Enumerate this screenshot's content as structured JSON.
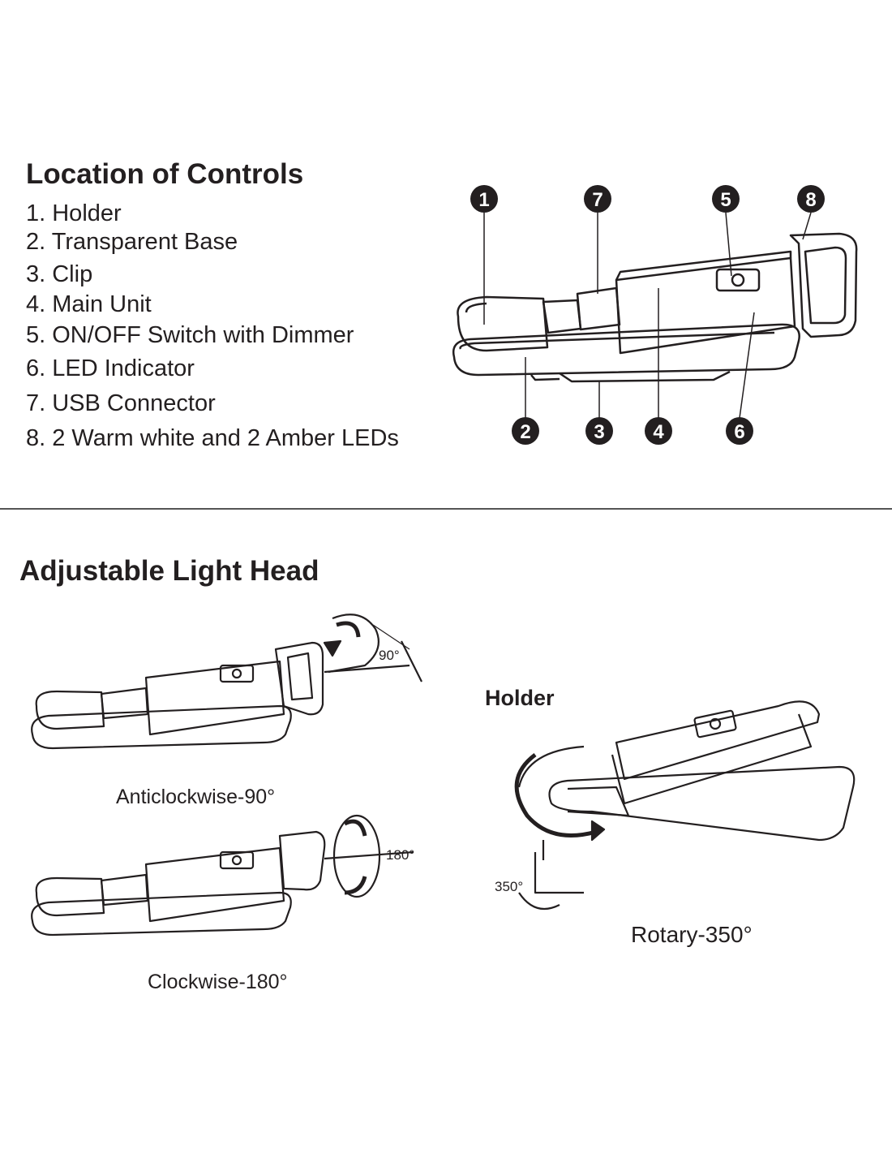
{
  "controls": {
    "title": "Location of Controls",
    "items": [
      "1. Holder",
      "2. Transparent Base",
      "3. Clip",
      "4. Main Unit",
      "5. ON/OFF Switch with Dimmer",
      "6. LED Indicator",
      "7. USB Connector",
      "8. 2 Warm white and 2 Amber LEDs"
    ],
    "callouts_top": [
      "1",
      "7",
      "5",
      "8"
    ],
    "callouts_bottom": [
      "2",
      "3",
      "4",
      "6"
    ]
  },
  "adjustable": {
    "title": "Adjustable Light Head",
    "anticlockwise": {
      "angle": "90°",
      "caption": "Anticlockwise-90°"
    },
    "clockwise": {
      "angle": "180°",
      "caption": "Clockwise-180°"
    },
    "rotary": {
      "label": "Holder",
      "angle": "350°",
      "caption": "Rotary-350°"
    }
  }
}
